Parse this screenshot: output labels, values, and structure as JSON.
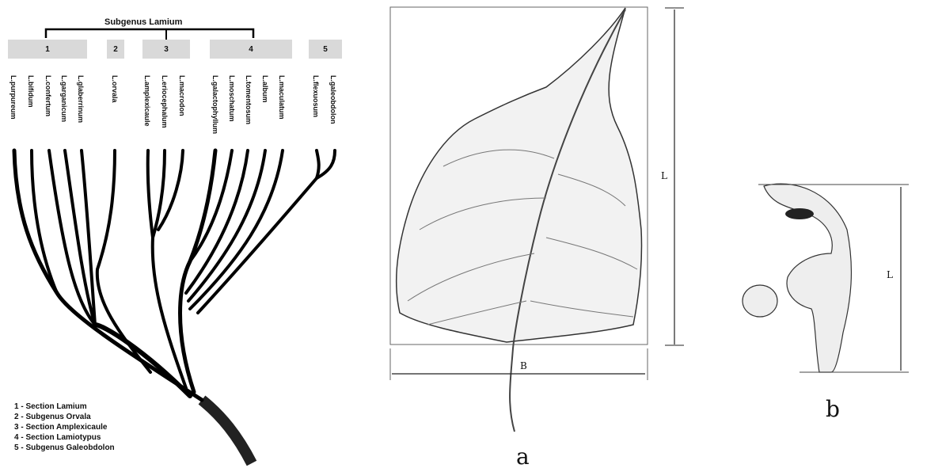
{
  "header": {
    "subgenus_lamium": "Subgenus Lamium"
  },
  "groups": [
    "1",
    "2",
    "3",
    "4",
    "5"
  ],
  "taxa": [
    "L.purpureum",
    "L.bifidum",
    "L.confertum",
    "L.garganicum",
    "L.glaberrinum",
    "L.orvala",
    "L.amplexicaule",
    "L.eriocephalum",
    "L.macrodon",
    "L.galactophyllum",
    "L.moschatum",
    "L.tomentosum",
    "L.album",
    "L.maculatum",
    "L.flexuosum",
    "L.galeobdolon"
  ],
  "legend": [
    "1 - Section Lamium",
    "2 - Subgenus Orvala",
    "3 - Section Amplexicaule",
    "4 - Section Lamiotypus",
    "5 - Subgenus Galeobdolon"
  ],
  "figure_labels": {
    "a": "a",
    "b": "b"
  },
  "measure_labels": {
    "leaf_length": "L",
    "leaf_width": "B",
    "flower_length": "L"
  }
}
